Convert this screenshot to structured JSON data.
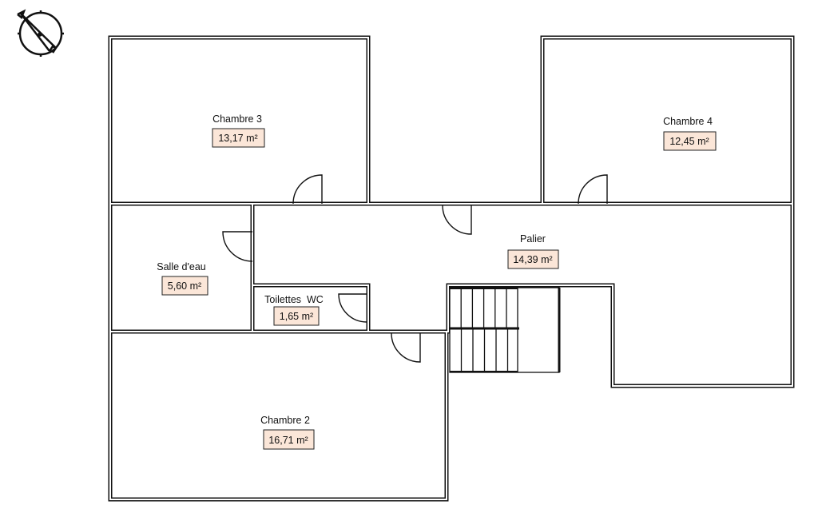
{
  "plan": {
    "rooms": [
      {
        "name": "Chambre 3",
        "area": "13,17 m²"
      },
      {
        "name": "Chambre 4",
        "area": "12,45 m²"
      },
      {
        "name": "Palier",
        "area": "14,39 m²"
      },
      {
        "name": "Salle d'eau",
        "area": "5,60 m²"
      },
      {
        "name": "Toilettes  WC",
        "area": "1,65 m²"
      },
      {
        "name": "Chambre 2",
        "area": "16,71 m²"
      }
    ],
    "label_fill": "#fbe6d8",
    "compass_icon": "north-arrow-compass"
  }
}
